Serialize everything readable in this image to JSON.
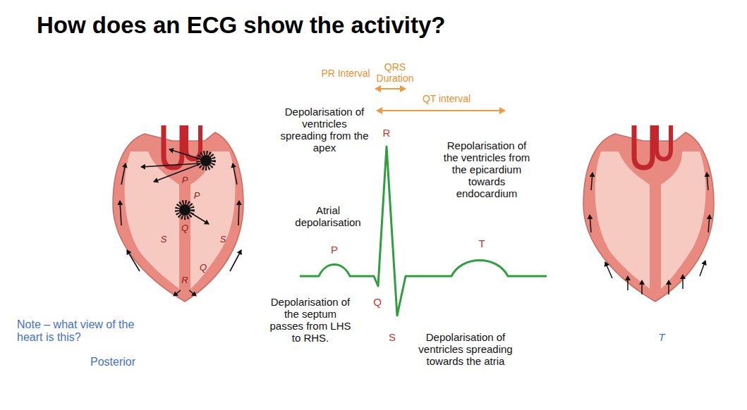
{
  "diagram": {
    "title": "How does an ECG show the activity?",
    "labels": [
      "PR Interval",
      "QRS Duration",
      "QT interval",
      "Depolarisation of ventricles spreading from the apex",
      "R",
      "Repolarisation of the ventricles from the epicardium towards endocardium",
      "Atrial depolarisation",
      "P",
      "T",
      "Depolarisation of the septum passes from LHS to RHS.",
      "Q",
      "S",
      "Depolarisation of ventricles spreading towards the atria",
      "Note – what view of the heart is this?",
      "Posterior",
      "P",
      "P",
      "Q",
      "Q",
      "S",
      "S",
      "R",
      "T"
    ]
  }
}
